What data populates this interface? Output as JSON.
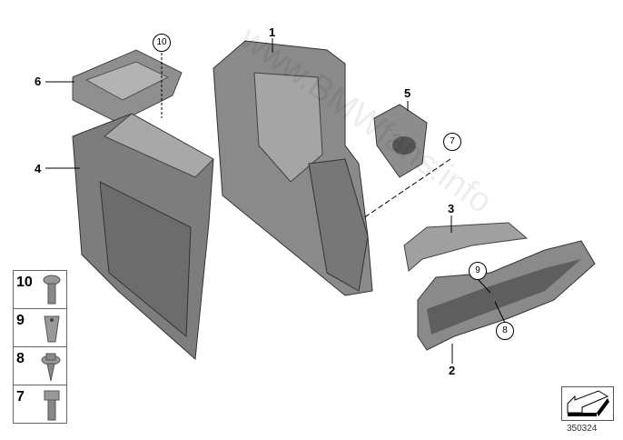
{
  "callouts": {
    "p1": "1",
    "p2": "2",
    "p3": "3",
    "p4": "4",
    "p5": "5",
    "p6": "6",
    "p7": "7",
    "p8": "8",
    "p9": "9",
    "p10": "10"
  },
  "legend": [
    {
      "number": "10",
      "part": "screw-icon"
    },
    {
      "number": "9",
      "part": "clip-nut-icon"
    },
    {
      "number": "8",
      "part": "tapping-screw-icon"
    },
    {
      "number": "7",
      "part": "hex-bolt-icon"
    }
  ],
  "diagram_id": "350324",
  "watermark": "www.BMWfans.info"
}
